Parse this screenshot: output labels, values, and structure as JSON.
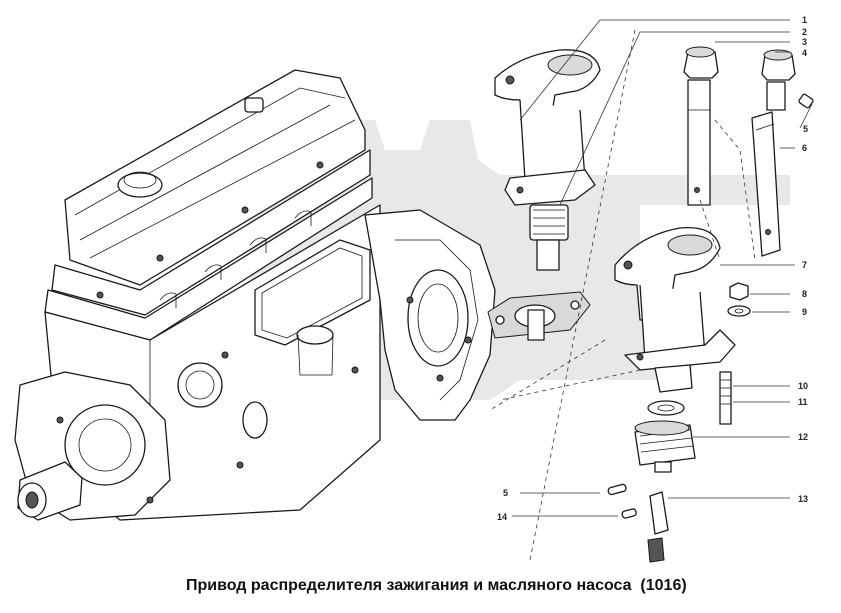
{
  "caption": "Привод распределителя зажигания и масляного насоса",
  "catalog_code": "(1016)",
  "callouts": [
    {
      "label": "1"
    },
    {
      "label": "2"
    },
    {
      "label": "3"
    },
    {
      "label": "4"
    },
    {
      "label": "5"
    },
    {
      "label": "6"
    },
    {
      "label": "7"
    },
    {
      "label": "8"
    },
    {
      "label": "9"
    },
    {
      "label": "10"
    },
    {
      "label": "11"
    },
    {
      "label": "12"
    },
    {
      "label": "5"
    },
    {
      "label": "13"
    },
    {
      "label": "14"
    }
  ],
  "colors": {
    "ink": "#1a1a1a",
    "watermark": "#e6e6e6",
    "shade": "#d9d9d9"
  }
}
